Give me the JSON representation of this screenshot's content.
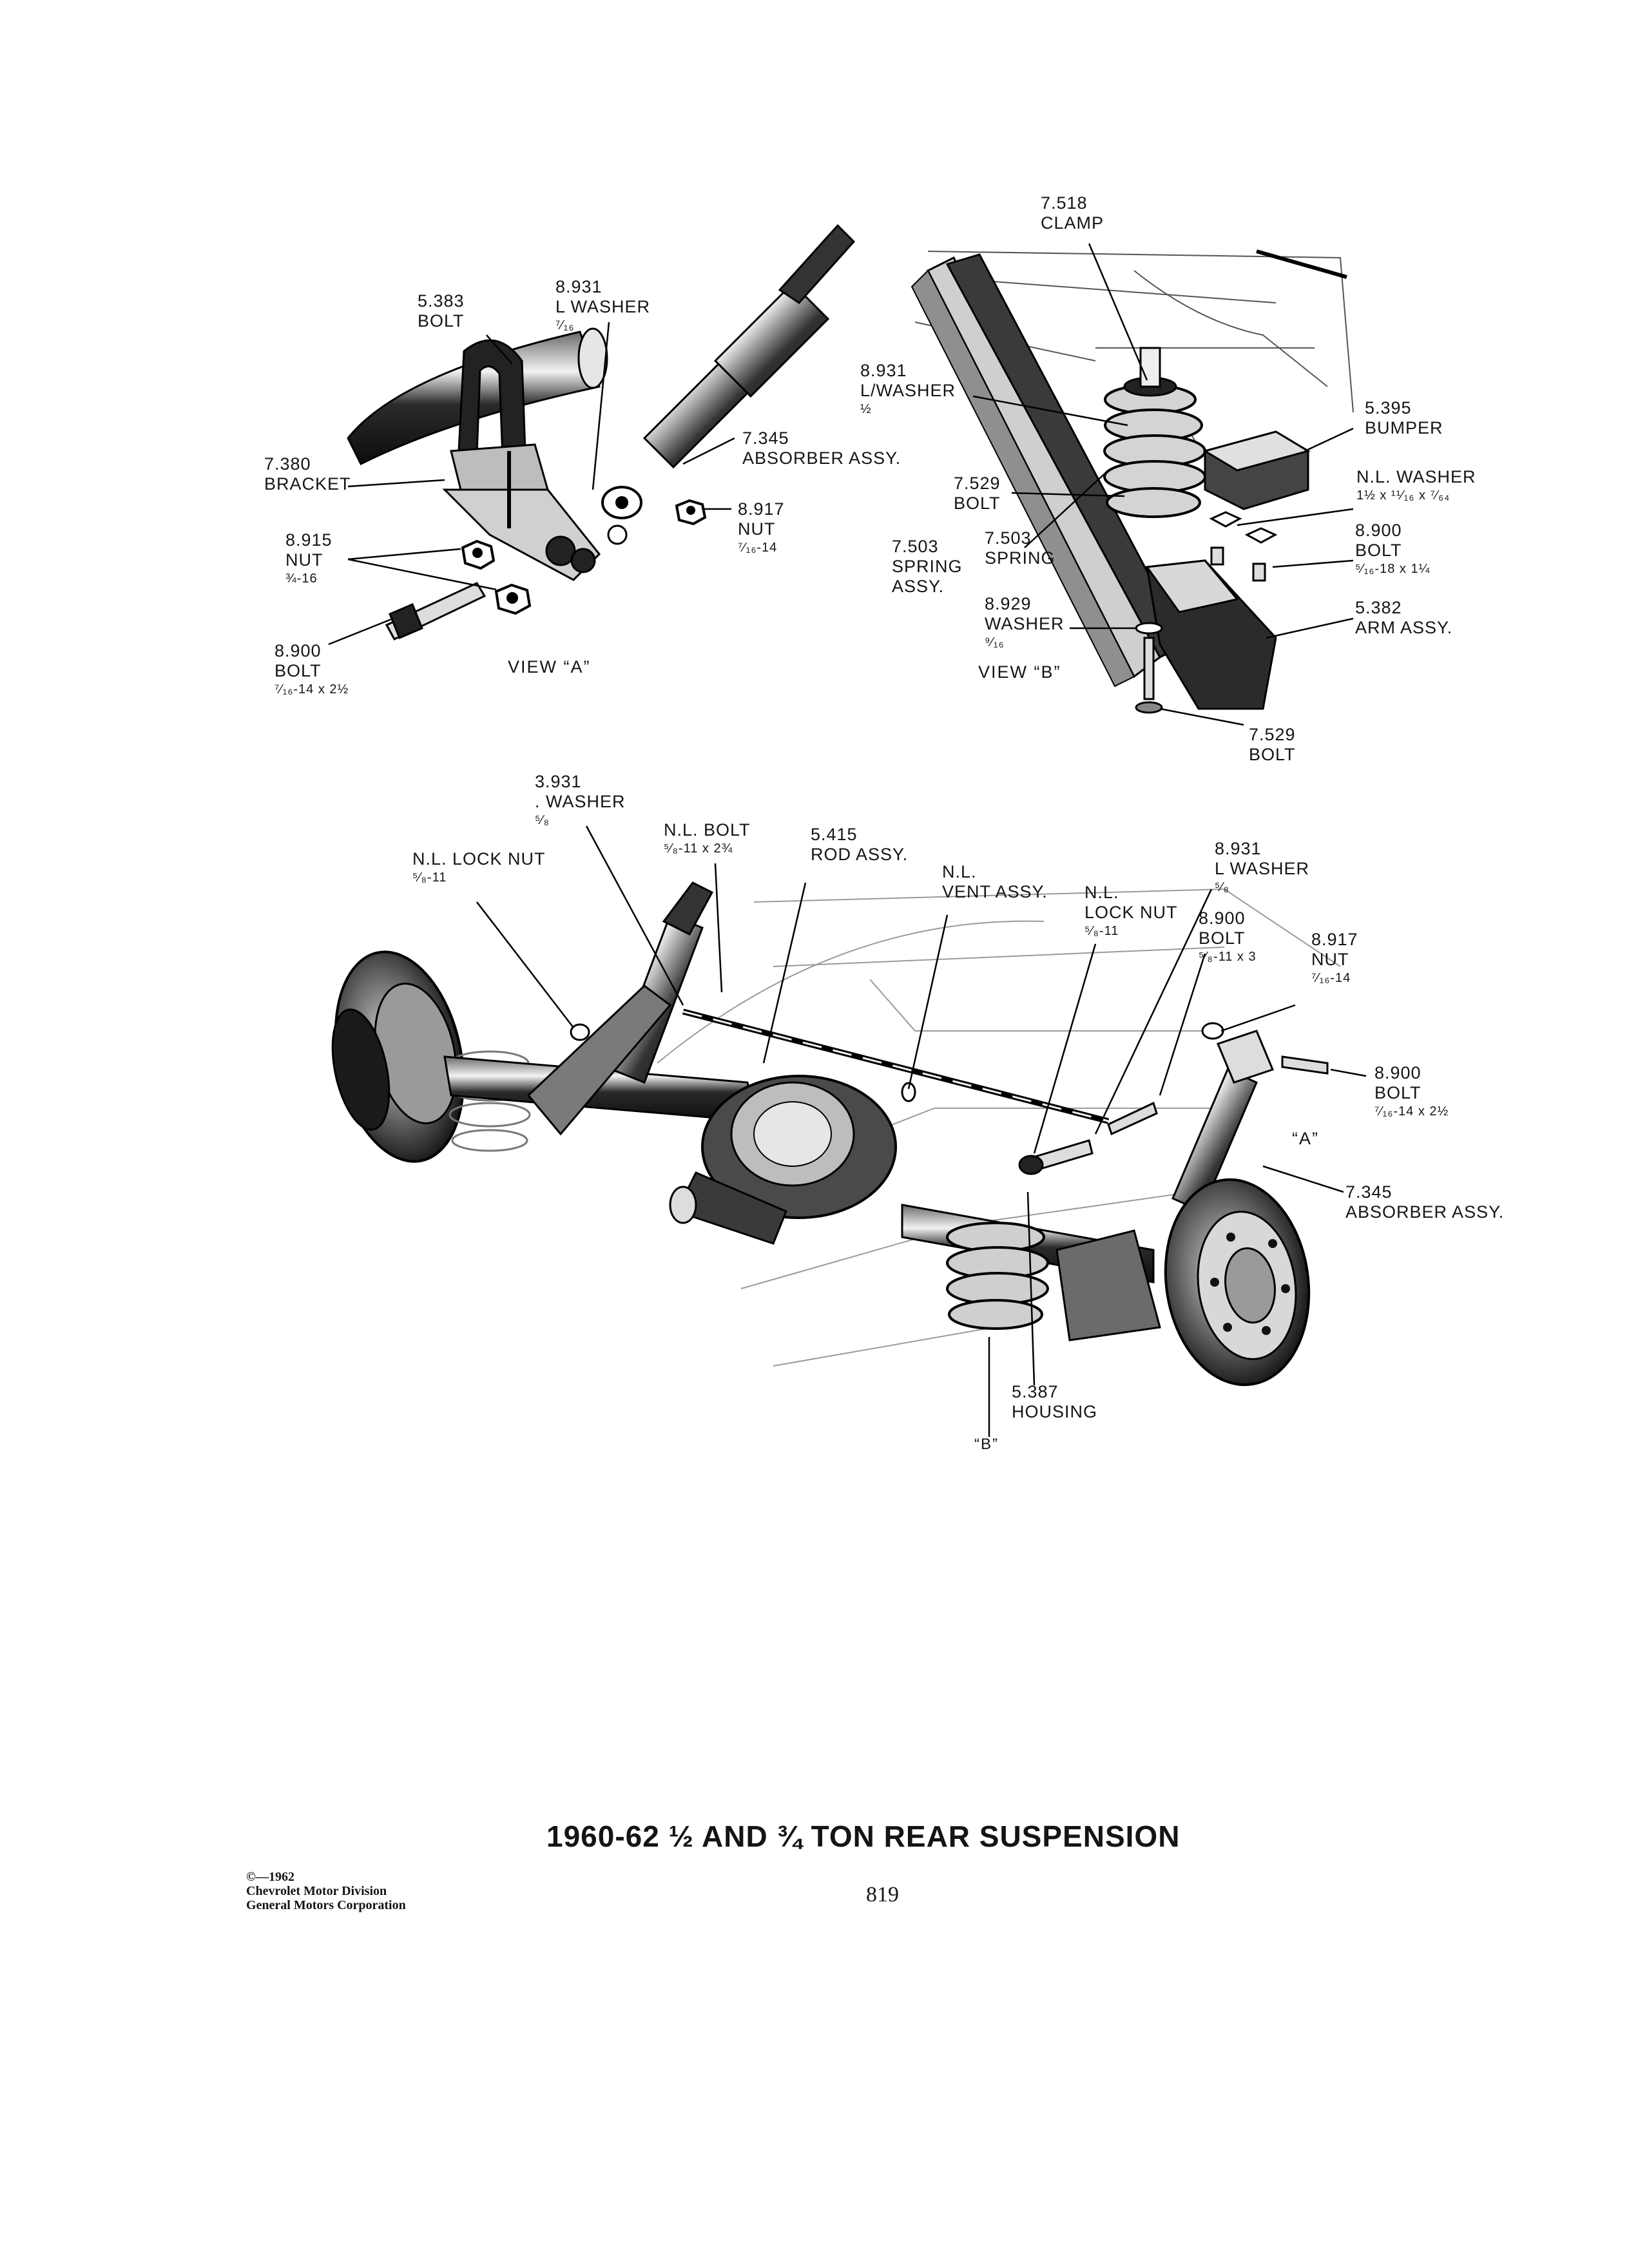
{
  "title": "1960-62 ½ AND ¾ TON REAR SUSPENSION",
  "page_number": "819",
  "copyright": [
    "©—1962",
    "Chevrolet Motor Division",
    "General Motors Corporation"
  ],
  "view_labels": {
    "view_a": "VIEW “A”",
    "view_b": "VIEW “B”",
    "marker_a": "“A”",
    "marker_b": "“B”"
  },
  "callouts": {
    "a_bolt_5383": [
      "5.383",
      "BOLT"
    ],
    "a_lwasher_8931": [
      "8.931",
      "L WASHER",
      "⁷⁄₁₆"
    ],
    "a_bracket_7380": [
      "7.380",
      "BRACKET"
    ],
    "a_absorber_7345": [
      "7.345",
      "ABSORBER ASSY."
    ],
    "a_nut_8917": [
      "8.917",
      "NUT",
      "⁷⁄₁₆-14"
    ],
    "a_nut_8915": [
      "8.915",
      "NUT",
      "¾-16"
    ],
    "a_bolt_8900": [
      "8.900",
      "BOLT",
      "⁷⁄₁₆-14 x 2½"
    ],
    "b_clamp_7518": [
      "7.518",
      "CLAMP"
    ],
    "b_lwasher_8931": [
      "8.931",
      "L/WASHER",
      "½"
    ],
    "b_bumper_5395": [
      "5.395",
      "BUMPER"
    ],
    "b_washer_nl": [
      "N.L. WASHER",
      "1½ x ¹¹⁄₁₆ x ⁷⁄₆₄"
    ],
    "b_bolt_7529": [
      "7.529",
      "BOLT"
    ],
    "b_spring_assy_7503": [
      "7.503",
      "SPRING",
      "ASSY."
    ],
    "b_spring_7503": [
      "7.503",
      "SPRING"
    ],
    "b_bolt_8900": [
      "8.900",
      "BOLT",
      "⁵⁄₁₆-18 x 1¼"
    ],
    "b_washer_8929": [
      "8.929",
      "WASHER",
      "⁹⁄₁₆"
    ],
    "b_arm_5382": [
      "5.382",
      "ARM ASSY."
    ],
    "b_bolt_7529_low": [
      "7.529",
      "BOLT"
    ],
    "m_washer_8931_left": [
      "3.931",
      ". WASHER",
      "⁵⁄₈"
    ],
    "m_locknut_nl_left": [
      "N.L. LOCK NUT",
      "⁵⁄₈-11"
    ],
    "m_bolt_nl": [
      "N.L. BOLT",
      "⁵⁄₈-11 x 2¾"
    ],
    "m_rod_5415": [
      "5.415",
      "ROD ASSY."
    ],
    "m_vent_nl": [
      "N.L.",
      "VENT ASSY."
    ],
    "m_locknut_nl_right": [
      "N.L.",
      "LOCK NUT",
      "⁵⁄₈-11"
    ],
    "m_lwasher_8931_right": [
      "8.931",
      "L WASHER",
      "⁵⁄₈"
    ],
    "m_bolt_8900_center": [
      "8.900",
      "BOLT",
      "⁵⁄₈-11 x 3"
    ],
    "m_nut_8917": [
      "8.917",
      "NUT",
      "⁷⁄₁₆-14"
    ],
    "m_bolt_8900_right": [
      "8.900",
      "BOLT",
      "⁷⁄₁₆-14 x 2½"
    ],
    "m_absorber_7345": [
      "7.345",
      "ABSORBER ASSY."
    ],
    "m_housing_5387": [
      "5.387",
      "HOUSING"
    ]
  }
}
